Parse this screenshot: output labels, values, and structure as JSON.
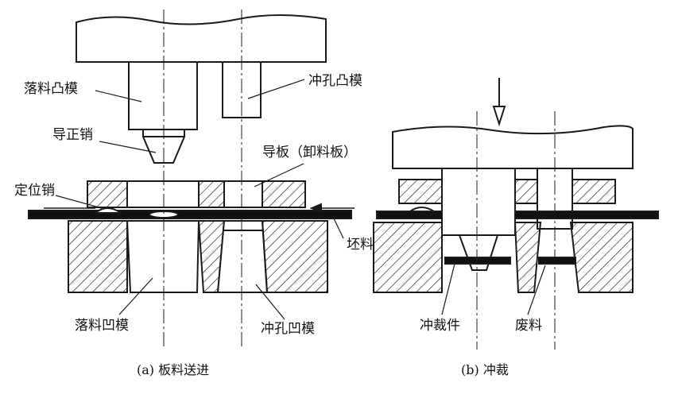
{
  "panel_a": {
    "labels": {
      "blanking_punch": "落料凸模",
      "piercing_punch": "冲孔凸模",
      "pilot": "导正销",
      "guide_plate": "导板（卸料板）",
      "stop_pin": "定位销",
      "strip": "坯料",
      "blanking_die": "落料凹模",
      "piercing_die": "冲孔凹模"
    },
    "caption": "(a) 板料送进"
  },
  "panel_b": {
    "labels": {
      "blanked_part": "冲裁件",
      "scrap": "废料"
    },
    "caption": "(b) 冲裁"
  },
  "colors": {
    "line": "#1a1a1a",
    "hatch": "#1a1a1a",
    "strip": "#111111"
  }
}
